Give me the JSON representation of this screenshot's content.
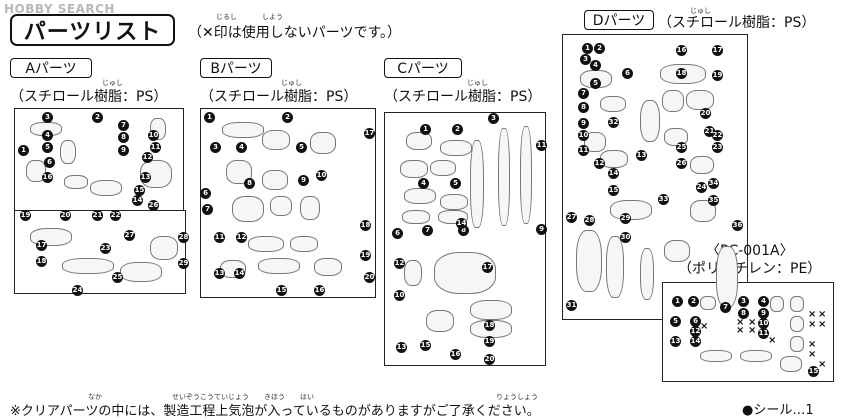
{
  "watermark": "HOBBY SEARCH",
  "header": {
    "title": "パーツリスト",
    "note": "（✕印は使用しないパーツです。）",
    "note_ruby": [
      "じるし",
      "しよう"
    ]
  },
  "runners": [
    {
      "id": "A",
      "tab": "Aパーツ",
      "material": "（スチロール樹脂：PS）",
      "ruby": "じゅし"
    },
    {
      "id": "B",
      "tab": "Bパーツ",
      "material": "（スチロール樹脂：PS）",
      "ruby": "じゅし"
    },
    {
      "id": "C",
      "tab": "Cパーツ",
      "material": "（スチロール樹脂：PS）",
      "ruby": "じゅし"
    },
    {
      "id": "D",
      "tab": "Dパーツ",
      "material": "（スチロール樹脂：PS）",
      "ruby": "じゅし"
    }
  ],
  "pc": {
    "code": "〈PC-001A〉",
    "material": "（ポリエチレン：PE）"
  },
  "footer": {
    "note": "※クリアパーツの中には、製造工程上気泡が入っているものがありますがご了承ください。",
    "ruby": [
      "なか",
      "せいぞうこうていじょう",
      "きほう",
      "はい",
      "りょうしょう"
    ],
    "seal": "●シール…1"
  },
  "numbers": {
    "A": [
      "1",
      "2",
      "3",
      "4",
      "5",
      "6",
      "7",
      "8",
      "9",
      "10",
      "11",
      "12",
      "13",
      "14",
      "15",
      "16",
      "17",
      "18",
      "19",
      "20",
      "21",
      "22",
      "23",
      "24",
      "25",
      "26",
      "27",
      "28",
      "29"
    ],
    "B": [
      "1",
      "2",
      "3",
      "4",
      "5",
      "6",
      "7",
      "8",
      "9",
      "10",
      "11",
      "12",
      "13",
      "14",
      "15",
      "16",
      "17",
      "18",
      "19",
      "20"
    ],
    "C": [
      "1",
      "2",
      "3",
      "4",
      "5",
      "6",
      "7",
      "8",
      "9",
      "10",
      "11",
      "12",
      "13",
      "14",
      "15",
      "16",
      "17",
      "18",
      "19",
      "20"
    ],
    "D": [
      "1",
      "2",
      "3",
      "4",
      "5",
      "6",
      "7",
      "8",
      "9",
      "10",
      "11",
      "12",
      "13",
      "14",
      "15",
      "16",
      "17",
      "18",
      "19",
      "20",
      "21",
      "22",
      "23",
      "24",
      "25",
      "26",
      "27",
      "28",
      "29",
      "30",
      "31",
      "32",
      "33",
      "34",
      "35",
      "36"
    ],
    "PC": [
      "1",
      "2",
      "3",
      "4",
      "5",
      "6",
      "7",
      "8",
      "9",
      "10",
      "11",
      "12",
      "13",
      "14",
      "15"
    ]
  }
}
